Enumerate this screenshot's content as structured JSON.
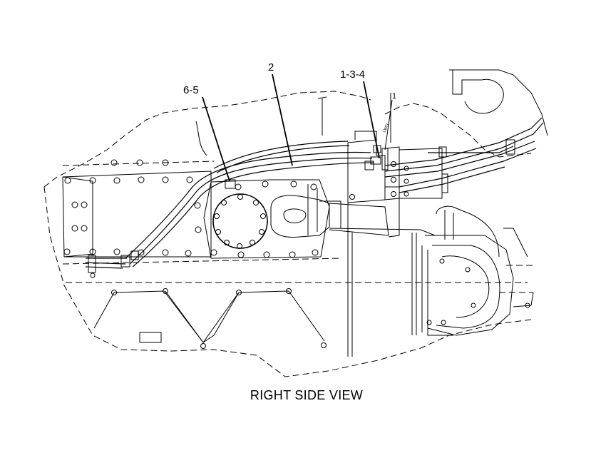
{
  "callouts": {
    "c1": "6-5",
    "c2": "2",
    "c3": "1-3-4",
    "c4": "1"
  },
  "caption": "RIGHT SIDE VIEW"
}
